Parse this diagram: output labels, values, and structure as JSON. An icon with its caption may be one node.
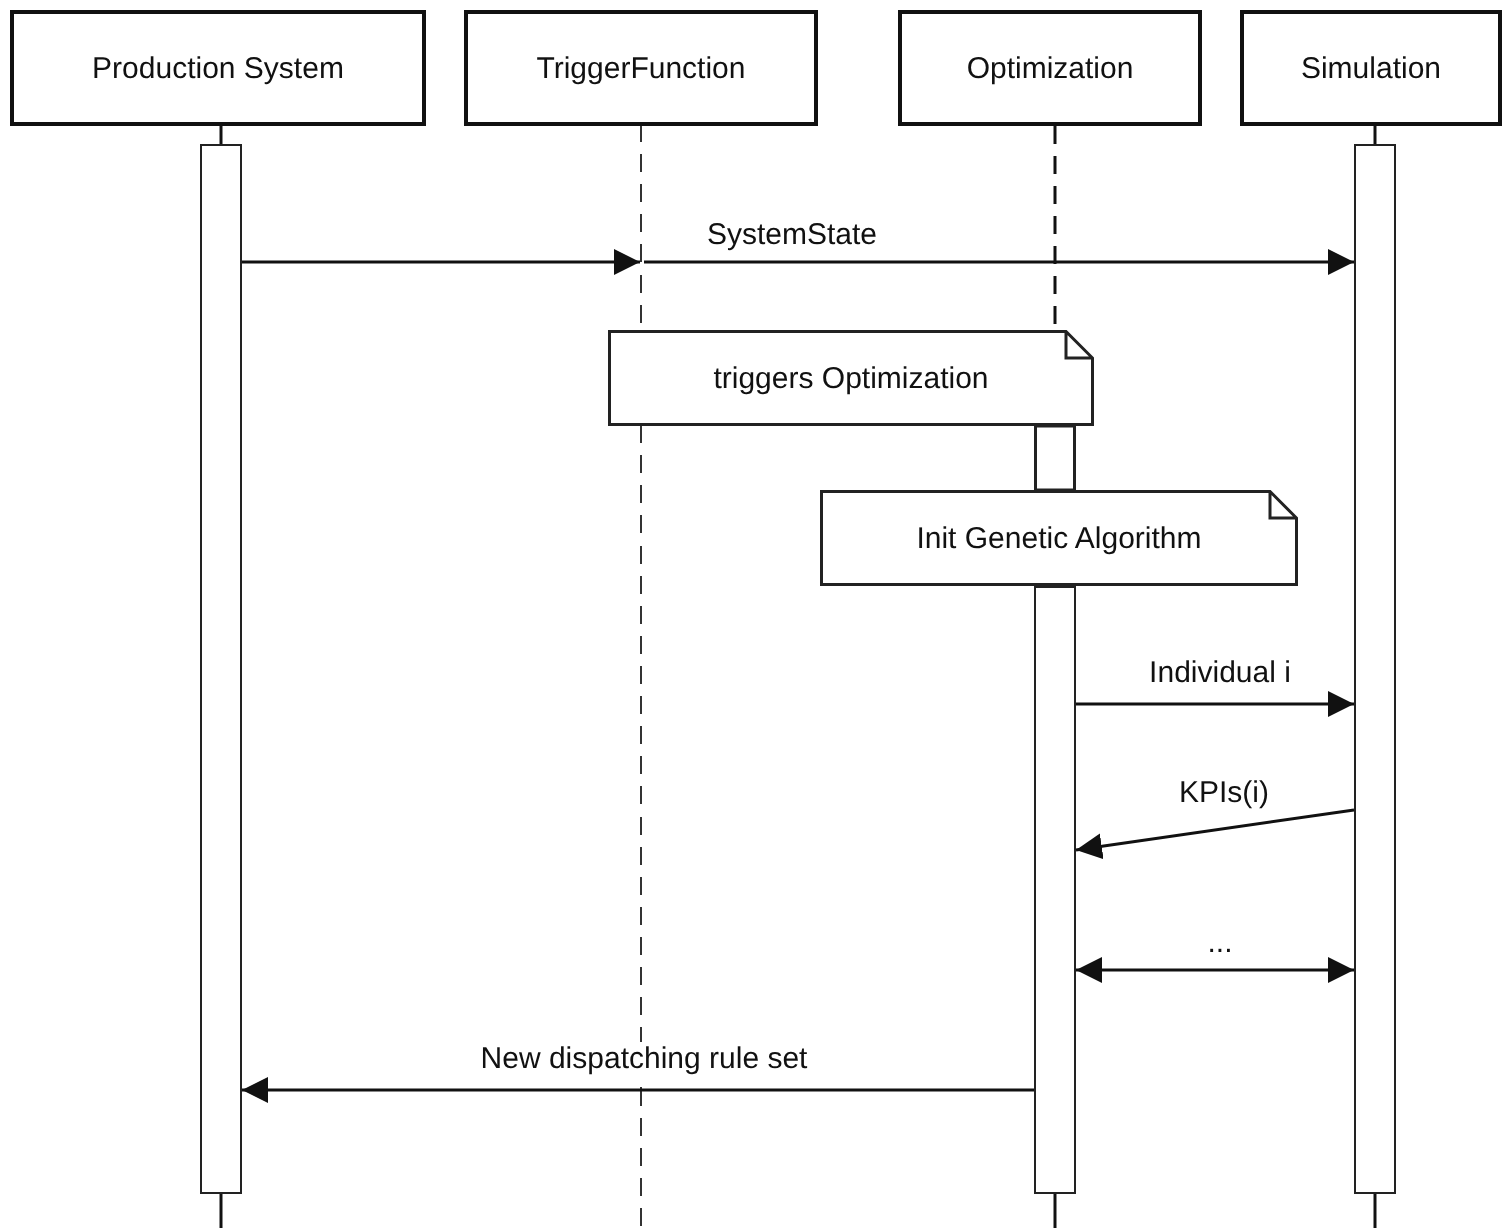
{
  "diagram": {
    "nodes": [
      {
        "text": [
          "Production System"
        ]
      },
      {
        "text": [
          "TriggerFunction"
        ]
      },
      {
        "text": [
          "Optimization"
        ]
      },
      {
        "text": [
          "Simulation"
        ]
      },
      {
        "text": [],
        "shape": "bar"
      },
      {
        "text": [],
        "shape": "line"
      },
      {
        "text": [],
        "shape": "bar"
      },
      {
        "text": [],
        "shape": "bar"
      },
      {
        "text": [
          "triggers Optimization"
        ]
      },
      {
        "text": [
          "Init Genetic Algorithm"
        ]
      }
    ],
    "edges": [
      {
        "from": 4,
        "to": 5,
        "arrow": "to"
      },
      {
        "from": 5,
        "to": 7,
        "arrow": "to",
        "label": "SystemState"
      },
      {
        "from": 6,
        "to": 7,
        "arrow": "to",
        "label": "Individual i"
      },
      {
        "from": 7,
        "to": 6,
        "arrow": "to",
        "label": "KPIs(i)"
      },
      {
        "from": 6,
        "to": 7,
        "arrow": "both",
        "label": "..."
      },
      {
        "from": 6,
        "to": 4,
        "arrow": "to",
        "label": "New dispatching rule set"
      },
      {
        "from": 0,
        "to": 4,
        "arrow": "none"
      },
      {
        "from": 3,
        "to": 7,
        "arrow": "none"
      },
      {
        "from": 2,
        "to": 8,
        "arrow": "none",
        "style": "dashed"
      },
      {
        "from": 4,
        "to": null,
        "arrow": "none"
      },
      {
        "from": 6,
        "to": null,
        "arrow": "none"
      },
      {
        "from": 7,
        "to": null,
        "arrow": "none"
      }
    ]
  }
}
